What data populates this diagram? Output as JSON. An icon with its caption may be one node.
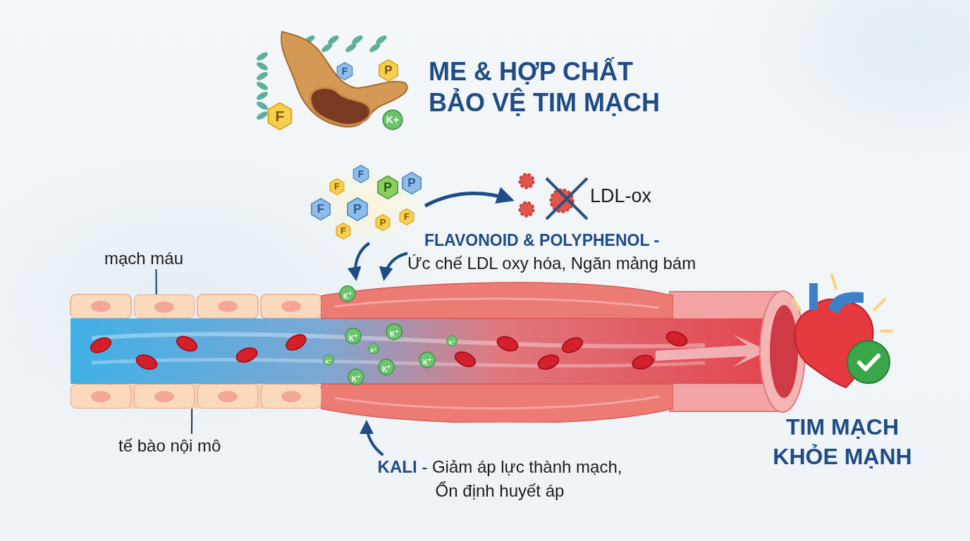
{
  "diagram": {
    "title": "ME & HỢP CHẤT BẢO VỆ TIM MẠCH",
    "nodes": [
      {
        "text": [
          "mạch máu"
        ]
      },
      {
        "text": [],
        "shape": "picture"
      },
      {
        "text": [
          "tế bào nội mô"
        ]
      },
      {
        "text": [],
        "shape": "picture"
      },
      {
        "text": [],
        "shape": "picture"
      },
      {
        "text": [
          "LDL-ox"
        ]
      },
      {
        "text": [
          "FLAVONOID & POLYPHENOL -",
          "Ức chế LDL oxy hóa, Ngăn mảng bám"
        ]
      },
      {
        "text": [],
        "shape": "picture"
      },
      {
        "text": [
          "**KALI** - Giảm áp lực thành mạch, Ổn định huyết áp"
        ]
      }
    ],
    "edges": [
      {
        "from": 0,
        "to": 1,
        "arrow": "none"
      },
      {
        "from": 2,
        "to": 3,
        "arrow": "none"
      },
      {
        "from": 4,
        "to": 5,
        "arrow": "to"
      },
      {
        "from": 4,
        "to": 7,
        "arrow": "to"
      },
      {
        "from": 6,
        "to": 7,
        "arrow": "to"
      },
      {
        "from": 8,
        "to": 7,
        "arrow": "to"
      }
    ],
    "labels": [
      "F",
      "P",
      "F",
      "K+",
      "F",
      "F",
      "P",
      "P",
      "F",
      "P",
      "F",
      "P",
      "F",
      "K$^{+}$",
      "K$^{+}$",
      "K$^{+}$",
      "K$^{+}$",
      "K$^{+}$",
      "K$^{+}$",
      "K$^{+}$",
      "K$^{+}$",
      "K$^{+}$",
      "TIM MẠCH KHỎE MẠNH"
    ]
  }
}
